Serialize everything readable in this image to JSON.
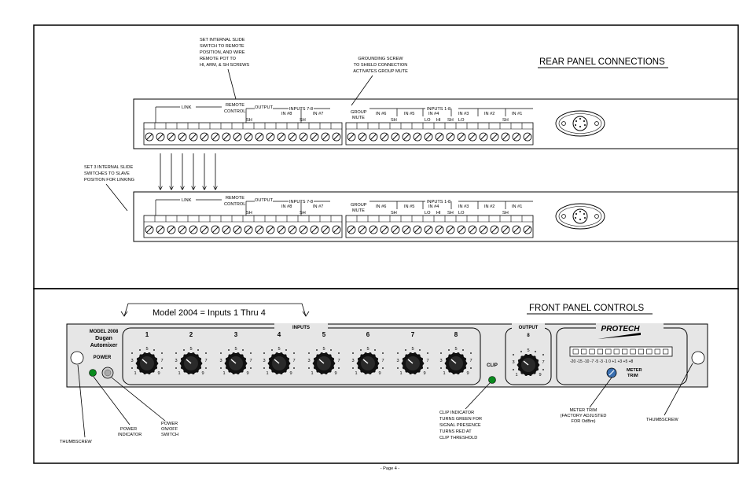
{
  "rear": {
    "title": "REAR PANEL CONNECTIONS",
    "note_remote": [
      "SET INTERNAL SLIDE",
      "SWITCH TO REMOTE",
      "POSITION, AND WIRE",
      "REMOTE POT TO",
      "HI, ARM, & SH SCREWS"
    ],
    "note_ground": [
      "GROUNDING SCREW",
      "TO SHIELD CONNECTION",
      "ACTIVATES GROUP MUTE"
    ],
    "note_link": [
      "SET 3 INTERNAL SLIDE",
      "SWITCHES TO SLAVE",
      "POSITION FOR LINKING"
    ],
    "labels": {
      "link": "LINK",
      "remote": [
        "REMOTE",
        "CONTROL"
      ],
      "output": "OUTPUT",
      "inputs78": "INPUTS 7-8",
      "in8": "IN #8",
      "in7": "IN #7",
      "sh": "SH",
      "group_mute": [
        "GROUP",
        "MUTE"
      ],
      "inputs18": "INPUTS  1-8",
      "in6": "IN #6",
      "in5": "IN #5",
      "in4": "IN #4",
      "in3": "IN #3",
      "in2": "IN #2",
      "in1": "IN #1",
      "lo": "LO",
      "hi": "HI"
    }
  },
  "front": {
    "title": "FRONT PANEL CONTROLS",
    "model_note": "Model 2004 = Inputs 1 Thru 4",
    "model_lines": [
      "MODEL 2008",
      "Dugan",
      "Automixer"
    ],
    "power_label": "POWER",
    "inputs_label": "INPUTS",
    "channels": [
      "1",
      "2",
      "3",
      "4",
      "5",
      "6",
      "7",
      "8"
    ],
    "knob_scale": [
      "5",
      "3",
      "7",
      "1",
      "9"
    ],
    "clip_label": "CLIP",
    "output_label": "OUTPUT",
    "output_channel": "8",
    "brand": "PROTECH",
    "meter_scale": "-20 -15 -10  -7  -5  -3  -1   0 +1 +3 +5 +8",
    "meter_trim": [
      "METER",
      "TRIM"
    ],
    "callouts": {
      "thumbscrew_left": "THUMBSCREW",
      "power_indicator": [
        "POWER",
        "INDICATOR"
      ],
      "power_switch": [
        "POWER",
        "ON/OFF",
        "SWITCH"
      ],
      "clip_indicator": [
        "CLIP INDICATOR",
        "TURNS GREEN FOR",
        "SIGNAL PRESENCE",
        "TURNS RED AT",
        "CLIP THRESHOLD"
      ],
      "meter_trim_note": [
        "METER TRIM",
        "(FACTORY ADJUSTED",
        "FOR  OdBm)"
      ],
      "thumbscrew_right": "THUMBSCREW"
    }
  },
  "footer": "- Page 4 -"
}
